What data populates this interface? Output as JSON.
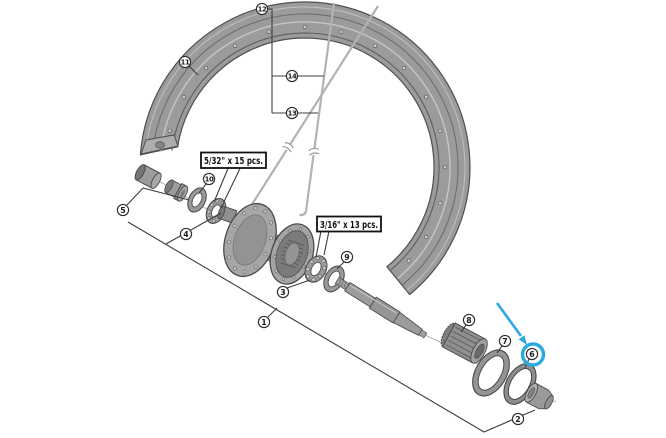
{
  "figure": {
    "background": "#ffffff",
    "line_color": "#3d3d3d",
    "accent_blue": "#2ba9e1",
    "part_gray": "#9a9a9a"
  },
  "spec_boxes": {
    "small": "5/32\" x 15 pcs.",
    "large": "3/16\" x 13 pcs."
  },
  "callouts": {
    "n1": "1",
    "n2": "2",
    "n3": "3",
    "n4": "4",
    "n5": "5",
    "n6": "6",
    "n7": "7",
    "n8": "8",
    "n9": "9",
    "n10": "10",
    "n11": "11",
    "n12": "12",
    "n13": "13",
    "n14": "14"
  },
  "highlight": {
    "target_callout": "6",
    "color": "#2ba9e1",
    "style": "circle-and-arrow"
  }
}
